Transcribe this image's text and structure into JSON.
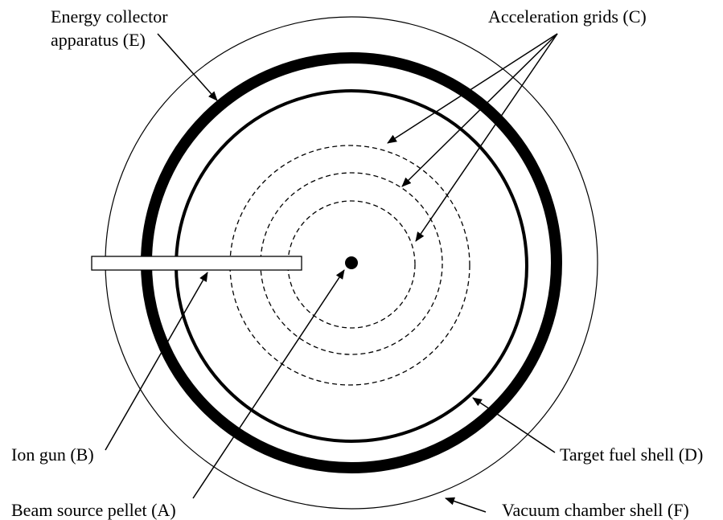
{
  "labels": {
    "energy_collector_line1": "Energy collector",
    "energy_collector_line2": "apparatus (E)",
    "acceleration_grids": "Acceleration grids (C)",
    "ion_gun": "Ion gun (B)",
    "target_fuel_shell": "Target fuel shell (D)",
    "beam_source_pellet": "Beam source pellet (A)",
    "vacuum_chamber_shell": "Vacuum chamber shell (F)"
  },
  "colors": {
    "stroke": "#000000",
    "background": "#ffffff"
  }
}
